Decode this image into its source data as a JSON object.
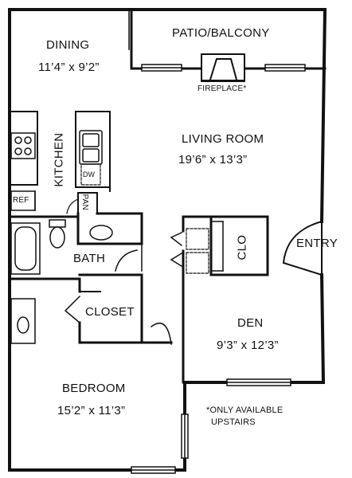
{
  "rooms": {
    "dining": {
      "name": "DINING",
      "dims": "11’4” x 9’2”"
    },
    "patio": {
      "name": "PATIO/BALCONY"
    },
    "fireplace": {
      "name": "FIREPLACE*"
    },
    "living": {
      "name": "LIVING ROOM",
      "dims": "19’6” x 13’3”"
    },
    "kitchen": {
      "name": "KITCHEN"
    },
    "dw": {
      "name": "DW"
    },
    "ref": {
      "name": "REF"
    },
    "pan": {
      "name": "PAN"
    },
    "bath": {
      "name": "BATH"
    },
    "closet": {
      "name": "CLOSET"
    },
    "clo": {
      "name": "CLO"
    },
    "entry": {
      "name": "ENTRY"
    },
    "den": {
      "name": "DEN",
      "dims": "9’3” x 12’3”"
    },
    "bedroom": {
      "name": "BEDROOM",
      "dims": "15’2” x 11’3”"
    }
  },
  "note": {
    "line1": "*ONLY AVAILABLE",
    "line2": "UPSTAIRS"
  }
}
